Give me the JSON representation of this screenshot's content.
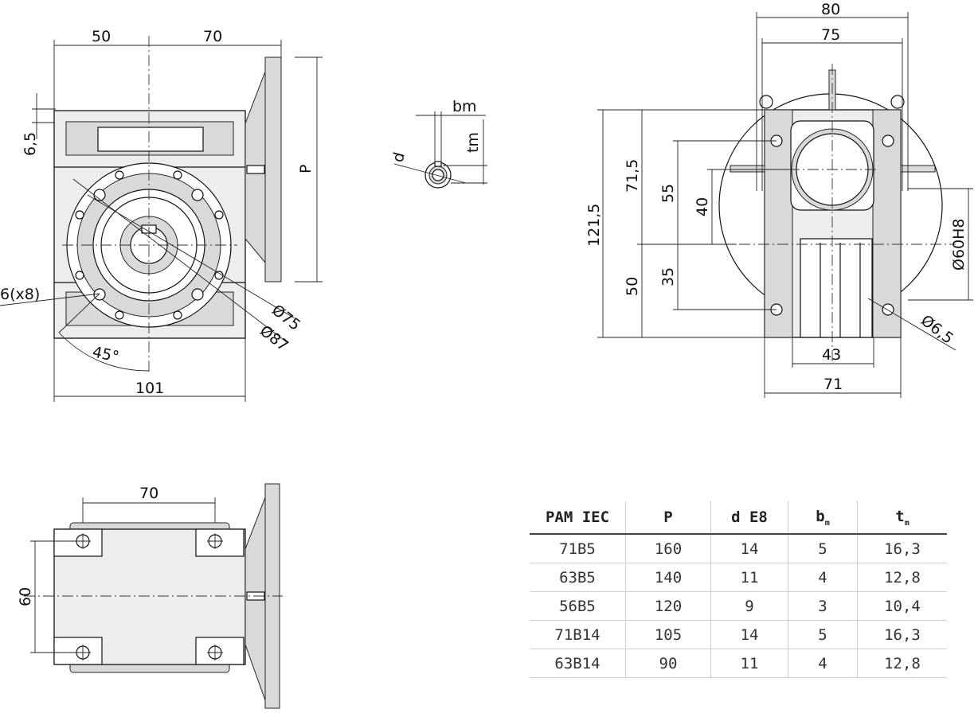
{
  "dimensions": {
    "top_left": {
      "w50": "50",
      "w70": "70",
      "h65": "6,5",
      "p": "P",
      "d75": "Ø75",
      "d87": "Ø87",
      "angle": "45°",
      "w101": "101",
      "holes": "6(x8)"
    },
    "shaft": {
      "bm": "bm",
      "tm": "tm",
      "d": "d"
    },
    "top_right": {
      "w80": "80",
      "w75": "75",
      "h1215": "121,5",
      "h715": "71,5",
      "h55": "55",
      "h40": "40",
      "h50": "50",
      "h35": "35",
      "w43": "43",
      "w71": "71",
      "d60": "Ø60H8",
      "d65": "Ø6,5"
    },
    "bottom": {
      "w70": "70",
      "h60": "60"
    }
  },
  "table": {
    "headers": [
      "PAM IEC",
      "P",
      "d E8",
      "b",
      "t"
    ],
    "header_subs": [
      "",
      "",
      "",
      "m",
      "m"
    ],
    "rows": [
      [
        "71B5",
        "160",
        "14",
        "5",
        "16,3"
      ],
      [
        "63B5",
        "140",
        "11",
        "4",
        "12,8"
      ],
      [
        "56B5",
        "120",
        "9",
        "3",
        "10,4"
      ],
      [
        "71B14",
        "105",
        "14",
        "5",
        "16,3"
      ],
      [
        "63B14",
        "90",
        "11",
        "4",
        "12,8"
      ]
    ]
  }
}
